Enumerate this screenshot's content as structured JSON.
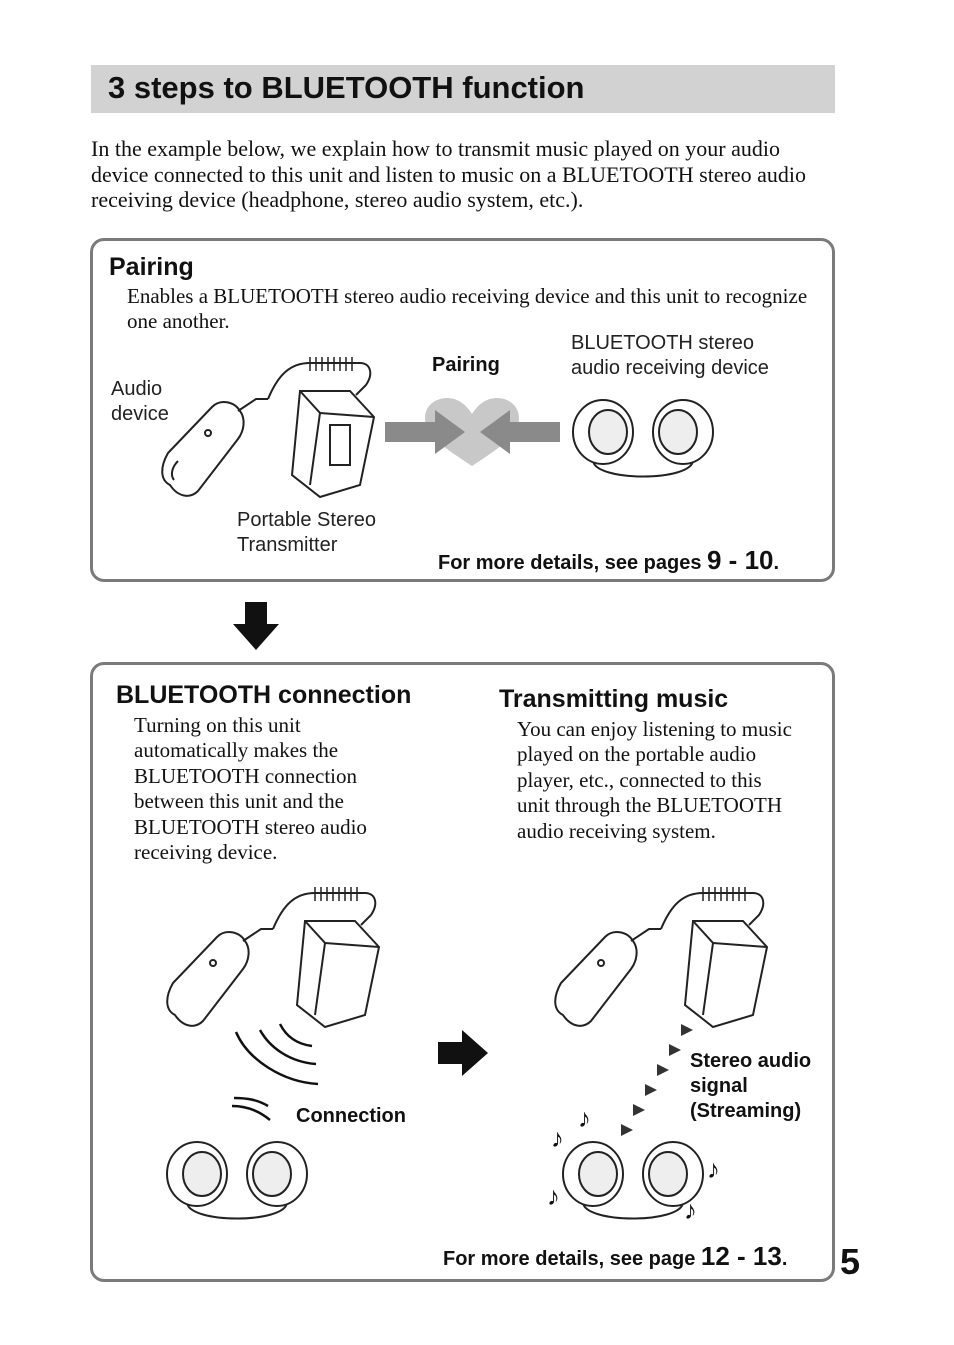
{
  "title": "3 steps to BLUETOOTH function",
  "intro": "In the example below, we explain how to transmit music played on your audio device connected to this unit and listen to music on a BLUETOOTH stereo audio receiving device (headphone, stereo audio system, etc.).",
  "pairing": {
    "heading": "Pairing",
    "description": "Enables a BLUETOOTH stereo audio receiving device and this unit to recognize one another.",
    "label_audio_line1": "Audio",
    "label_audio_line2": "device",
    "label_pairing": "Pairing",
    "label_receiver_line1": "BLUETOOTH stereo",
    "label_receiver_line2": "audio receiving device",
    "label_transmitter_line1": "Portable Stereo",
    "label_transmitter_line2": "Transmitter",
    "details_prefix": "For more details, see pages ",
    "details_pages": "9 - 10",
    "details_suffix": "."
  },
  "connection": {
    "heading": "BLUETOOTH connection",
    "description": "Turning on this unit automatically makes the BLUETOOTH connection between this unit and the BLUETOOTH stereo audio receiving device.",
    "label_connection": "Connection"
  },
  "transmitting": {
    "heading": "Transmitting music",
    "description": "You can enjoy listening to music played on the portable audio player, etc., connected to this unit through the BLUETOOTH audio receiving system.",
    "signal_line1": "Stereo audio",
    "signal_line2": "signal",
    "signal_line3": "(Streaming)",
    "details_prefix": "For more details, see page ",
    "details_pages": "12 - 13",
    "details_suffix": "."
  },
  "page_number": "5",
  "icons": {
    "down_arrow": "down-arrow-icon",
    "right_arrow": "right-arrow-icon",
    "heart": "heart-icon",
    "music_note": "music-note-icon"
  },
  "colors": {
    "title_bar": "#d2d2d2",
    "box_border": "#7a7a7a",
    "pairing_arrows": "#8a8a8a"
  }
}
